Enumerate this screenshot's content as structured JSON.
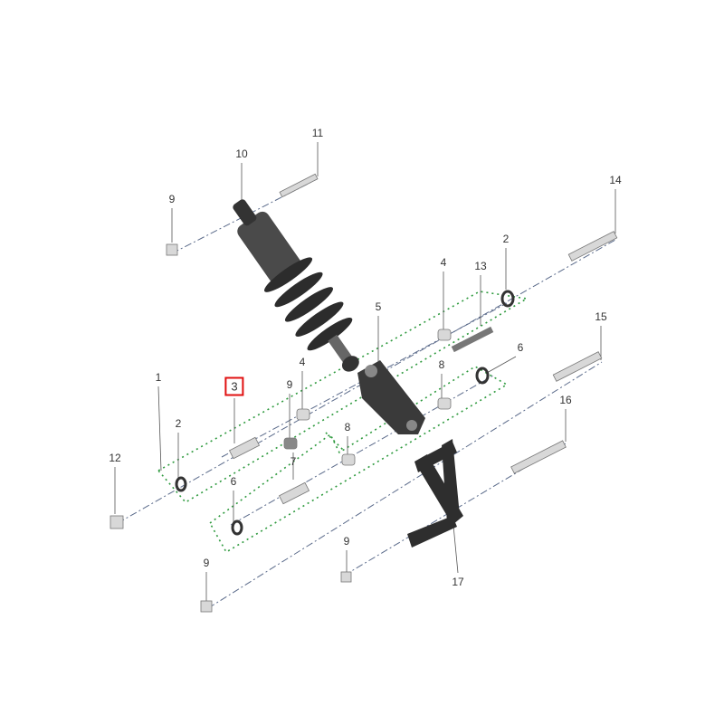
{
  "diagram": {
    "highlighted_part": "3",
    "highlight_color": "#e01010",
    "callouts": [
      "10",
      "11",
      "9",
      "14",
      "2",
      "4",
      "13",
      "5",
      "15",
      "6",
      "8",
      "1",
      "3",
      "9",
      "4",
      "2",
      "8",
      "16",
      "7",
      "12",
      "6",
      "9",
      "9",
      "17"
    ]
  }
}
